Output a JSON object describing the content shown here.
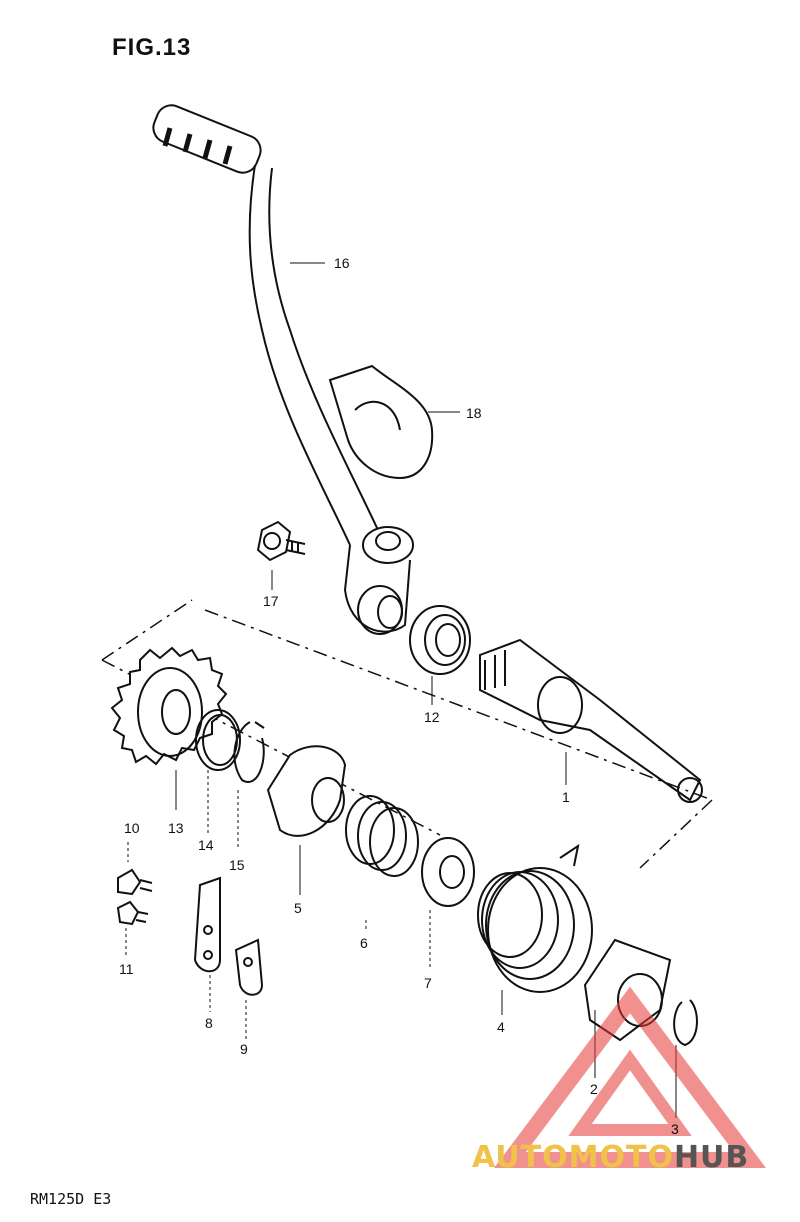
{
  "figure_title": "FIG.13",
  "model_code": "RM125D E3",
  "watermark": {
    "part1": "AUTOMOTO",
    "part2": "HUB",
    "accent_color": "#f0c24a",
    "logo_color": "#e53935"
  },
  "callouts": [
    "1",
    "2",
    "3",
    "4",
    "5",
    "6",
    "7",
    "8",
    "9",
    "10",
    "11",
    "12",
    "13",
    "14",
    "15",
    "16",
    "17",
    "18"
  ]
}
